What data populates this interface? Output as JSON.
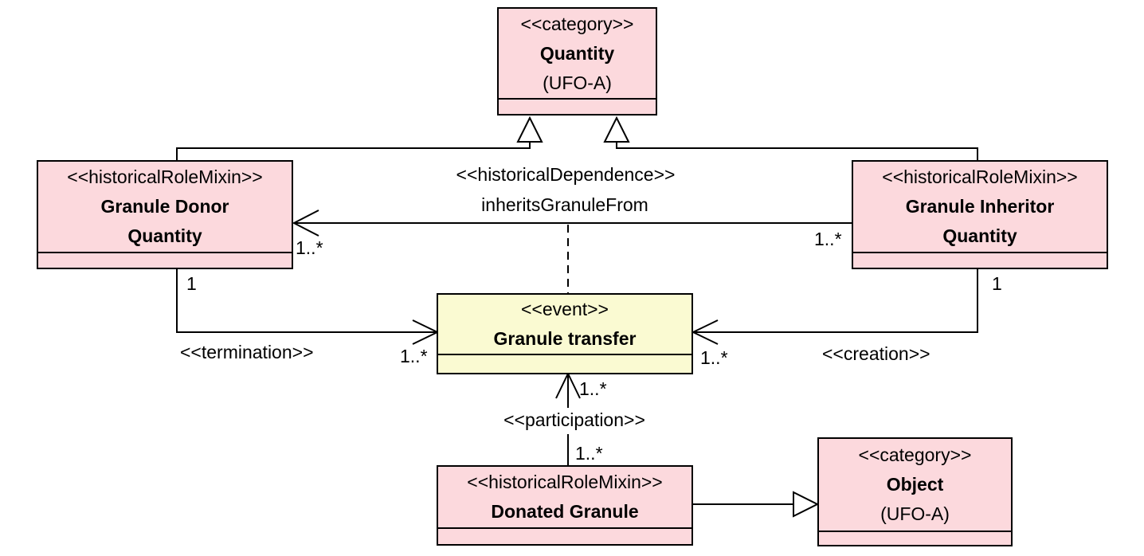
{
  "classes": {
    "quantity": {
      "stereotype": "<<category>>",
      "name": "Quantity",
      "note": "(UFO-A)"
    },
    "granule_donor": {
      "stereotype": "<<historicalRoleMixin>>",
      "name_line1": "Granule Donor",
      "name_line2": "Quantity"
    },
    "granule_inheritor": {
      "stereotype": "<<historicalRoleMixin>>",
      "name_line1": "Granule Inheritor",
      "name_line2": "Quantity"
    },
    "granule_transfer": {
      "stereotype": "<<event>>",
      "name": "Granule transfer"
    },
    "donated_granule": {
      "stereotype": "<<historicalRoleMixin>>",
      "name": "Donated Granule"
    },
    "object": {
      "stereotype": "<<category>>",
      "name": "Object",
      "note": "(UFO-A)"
    }
  },
  "associations": {
    "inherits": {
      "stereotype": "<<historicalDependence>>",
      "name": "inheritsGranuleFrom",
      "mult_donor_end": "1..*",
      "mult_inheritor_end": "1..*"
    },
    "termination": {
      "stereotype": "<<termination>>",
      "mult_source": "1",
      "mult_target": "1..*"
    },
    "creation": {
      "stereotype": "<<creation>>",
      "mult_source": "1",
      "mult_target": "1..*"
    },
    "participation": {
      "stereotype": "<<participation>>",
      "mult_top": "1..*",
      "mult_bottom": "1..*"
    }
  },
  "colors": {
    "role_fill": "#fcd9dd",
    "event_fill": "#fafad2",
    "line": "#000000"
  }
}
